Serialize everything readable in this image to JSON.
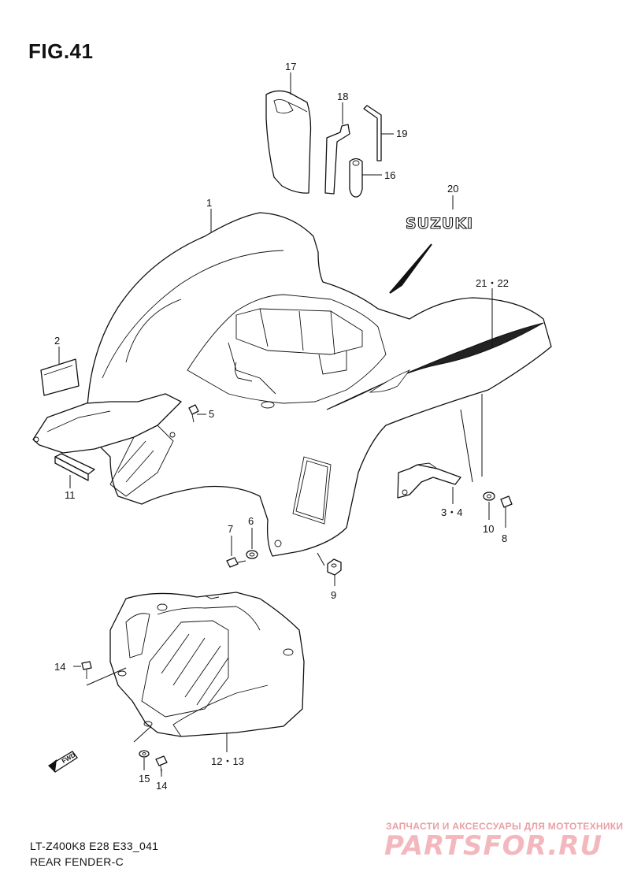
{
  "figure": {
    "title": "FIG.41",
    "footer_code": "LT-Z400K8 E28 E33_041",
    "footer_name": "REAR FENDER-C"
  },
  "decal_text": "SUZUKI",
  "fwd_label": "FWD",
  "watermark": {
    "tagline": "ЗАПЧАСТИ И АКСЕССУАРЫ ДЛЯ МОТОТЕХНИКИ",
    "logo": "PARTSFOR.RU",
    "color": "#f3b8bd"
  },
  "callouts": {
    "c1": "1",
    "c2": "2",
    "c3_4": "3・4",
    "c5": "5",
    "c6": "6",
    "c7": "7",
    "c8": "8",
    "c9": "9",
    "c10": "10",
    "c11": "11",
    "c12_13": "12・13",
    "c14a": "14",
    "c14b": "14",
    "c15": "15",
    "c16": "16",
    "c17": "17",
    "c18": "18",
    "c19": "19",
    "c20": "20",
    "c21_22": "21・22"
  }
}
